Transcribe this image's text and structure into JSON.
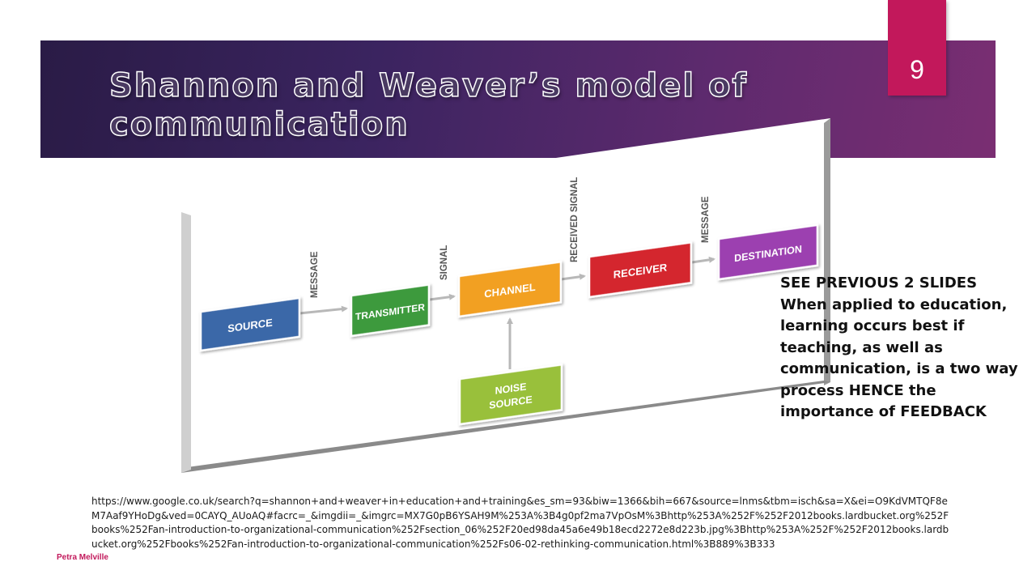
{
  "slide": {
    "title": "Shannon and Weaver’s model of communication",
    "page_number": "9",
    "author": "Petra Melville"
  },
  "diagram": {
    "boxes": {
      "source": "SOURCE",
      "transmitter": "TRANSMITTER",
      "channel": "CHANNEL",
      "receiver": "RECEIVER",
      "destination": "DESTINATION",
      "noise_line1": "NOISE",
      "noise_line2": "SOURCE"
    },
    "labels": {
      "message1": "MESSAGE",
      "signal": "SIGNAL",
      "received_signal": "RECEIVED SIGNAL",
      "message2": "MESSAGE"
    },
    "colors": {
      "source": "#3a68a8",
      "transmitter": "#3d9a3c",
      "channel": "#f2a023",
      "receiver": "#d4252f",
      "destination": "#9c3fb0",
      "noise": "#99c03a"
    }
  },
  "notes": {
    "side_text": "SEE PREVIOUS 2 SLIDES\nWhen applied to education, learning occurs best if teaching, as well as communication, is a two way process HENCE the importance of FEEDBACK",
    "url": "https://www.google.co.uk/search?q=shannon+and+weaver+in+education+and+training&es_sm=93&biw=1366&bih=667&source=lnms&tbm=isch&sa=X&ei=O9KdVMTQF8eM7Aaf9YHoDg&ved=0CAYQ_AUoAQ#facrc=_&imgdii=_&imgrc=MX7G0pB6YSAH9M%253A%3B4g0pf2ma7VpOsM%3Bhttp%253A%252F%252F2012books.lardbucket.org%252Fbooks%252Fan-introduction-to-organizational-communication%252Fsection_06%252F20ed98da45a6e49b18ecd2272e8d223b.jpg%3Bhttp%253A%252F%252F2012books.lardbucket.org%252Fbooks%252Fan-introduction-to-organizational-communication%252Fs06-02-rethinking-communication.html%3B889%3B333"
  }
}
